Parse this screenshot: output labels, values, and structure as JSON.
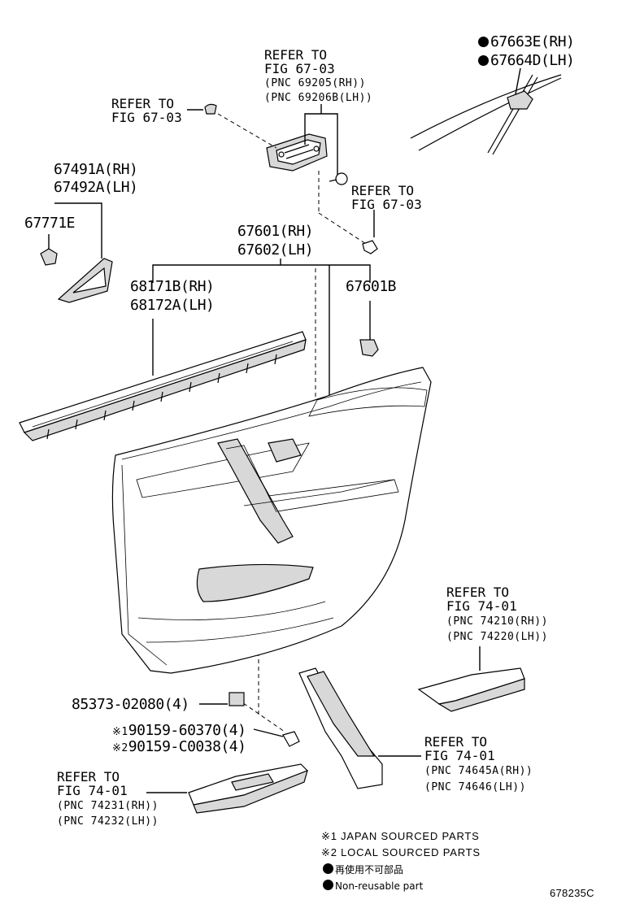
{
  "labels": {
    "l_67663e": "67663E(RH)",
    "l_67664d": "67664D(LH)",
    "ref_top": "REFER TO",
    "ref_top_fig": "FIG 67-03",
    "ref_top_pnc1": "(PNC 69205(RH))",
    "ref_top_pnc2": "(PNC 69206B(LH))",
    "ref_left": "REFER TO",
    "ref_left_fig": "FIG 67-03",
    "l_67491a": "67491A(RH)",
    "l_67492a": "67492A(LH)",
    "l_67771e": "67771E",
    "ref_mid": "REFER TO",
    "ref_mid_fig": "FIG 67-03",
    "l_67601": "67601(RH)",
    "l_67602": "67602(LH)",
    "l_68171b": "68171B(RH)",
    "l_68172a": "68172A(LH)",
    "l_67601b": "67601B",
    "ref_7401a": "REFER TO",
    "ref_7401a_fig": "FIG 74-01",
    "ref_7401a_pnc1": "(PNC 74210(RH))",
    "ref_7401a_pnc2": "(PNC 74220(LH))",
    "l_85373": "85373-02080(4)",
    "l_90159_1_mark": "※1",
    "l_90159_1": "90159-60370(4)",
    "l_90159_2_mark": "※2",
    "l_90159_2": "90159-C0038(4)",
    "ref_7401b": "REFER TO",
    "ref_7401b_fig": "FIG 74-01",
    "ref_7401b_pnc1": "(PNC 74645A(RH))",
    "ref_7401b_pnc2": "(PNC 74646(LH))",
    "ref_7401c": "REFER TO",
    "ref_7401c_fig": "FIG 74-01",
    "ref_7401c_pnc1": "(PNC 74231(RH))",
    "ref_7401c_pnc2": "(PNC 74232(LH))"
  },
  "notes": {
    "n1": "※1 JAPAN SOURCED PARTS",
    "n2": "※2 LOCAL SOURCED PARTS",
    "n3": "再使用不可部品",
    "n4": "Non-reusable part"
  },
  "figure_id": "678235C"
}
